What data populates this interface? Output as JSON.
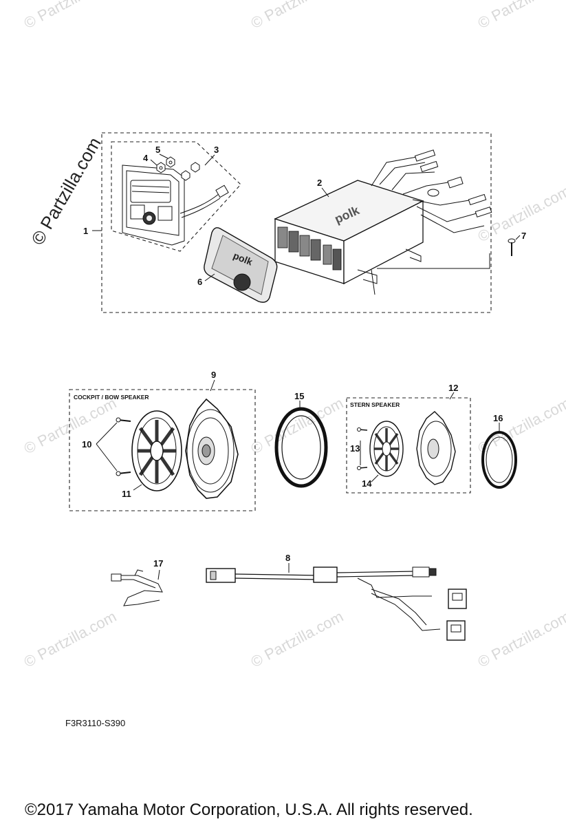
{
  "watermark": {
    "text": "© Partzilla.com",
    "overlay_text": "© Partzilla.com"
  },
  "callouts": {
    "c1": "1",
    "c2": "2",
    "c3": "3",
    "c4": "4",
    "c5": "5",
    "c6": "6",
    "c7": "7",
    "c8": "8",
    "c9": "9",
    "c10": "10",
    "c11": "11",
    "c12": "12",
    "c13": "13",
    "c14": "14",
    "c15": "15",
    "c16": "16",
    "c17": "17"
  },
  "groups": {
    "cockpit": "COCKPIT / BOW SPEAKER",
    "stern": "STERN SPEAKER"
  },
  "brand_text": "polk",
  "diagram_code": "F3R3110-S390",
  "copyright": "©2017  Yamaha Motor Corporation, U.S.A. All rights reserved."
}
